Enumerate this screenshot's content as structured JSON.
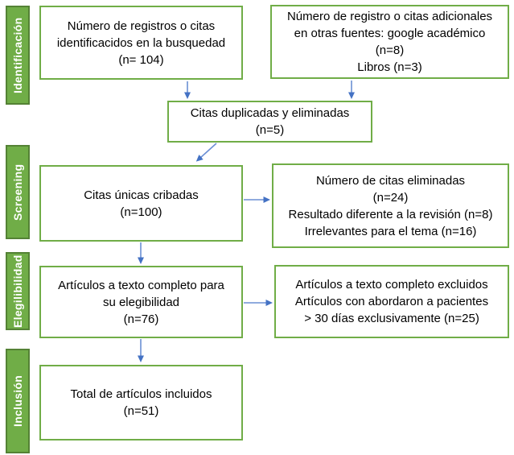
{
  "colors": {
    "stage_fill": "#70AD47",
    "stage_border": "#548235",
    "box_border": "#70AD47",
    "arrow_line": "#6b8fd4",
    "arrow_head": "#4472C4",
    "text": "#000000",
    "stage_text": "#ffffff"
  },
  "stages": [
    {
      "id": "identificacion",
      "label": "Identificación"
    },
    {
      "id": "screening",
      "label": "Screening"
    },
    {
      "id": "elegibilidad",
      "label": "Elegilibilidad"
    },
    {
      "id": "inclusion",
      "label": "Inclusión"
    }
  ],
  "boxes": {
    "identified": {
      "lines": [
        "Número de registros o citas",
        "identificacidos en la busquedad",
        "(n= 104)"
      ]
    },
    "additional": {
      "lines": [
        "Número de registro o citas adicionales",
        "en otras fuentes: google académico",
        "(n=8)",
        "Libros (n=3)"
      ]
    },
    "duplicates": {
      "lines": [
        "Citas duplicadas y eliminadas",
        "(n=5)"
      ]
    },
    "screened": {
      "lines": [
        "Citas únicas cribadas",
        "(n=100)"
      ]
    },
    "screen_excluded": {
      "lines": [
        "Número de citas eliminadas",
        "(n=24)",
        "Resultado diferente a la revisión (n=8)",
        "Irrelevantes para el tema (n=16)"
      ]
    },
    "fulltext": {
      "lines": [
        "Artículos a texto completo para",
        "su elegibilidad",
        "(n=76)"
      ]
    },
    "fulltext_excluded": {
      "lines": [
        "Artículos a texto completo excluidos",
        "Artículos con abordaron a pacientes",
        "> 30 días exclusivamente (n=25)"
      ]
    },
    "included": {
      "lines": [
        "Total de artículos incluidos",
        "(n=51)"
      ]
    }
  }
}
